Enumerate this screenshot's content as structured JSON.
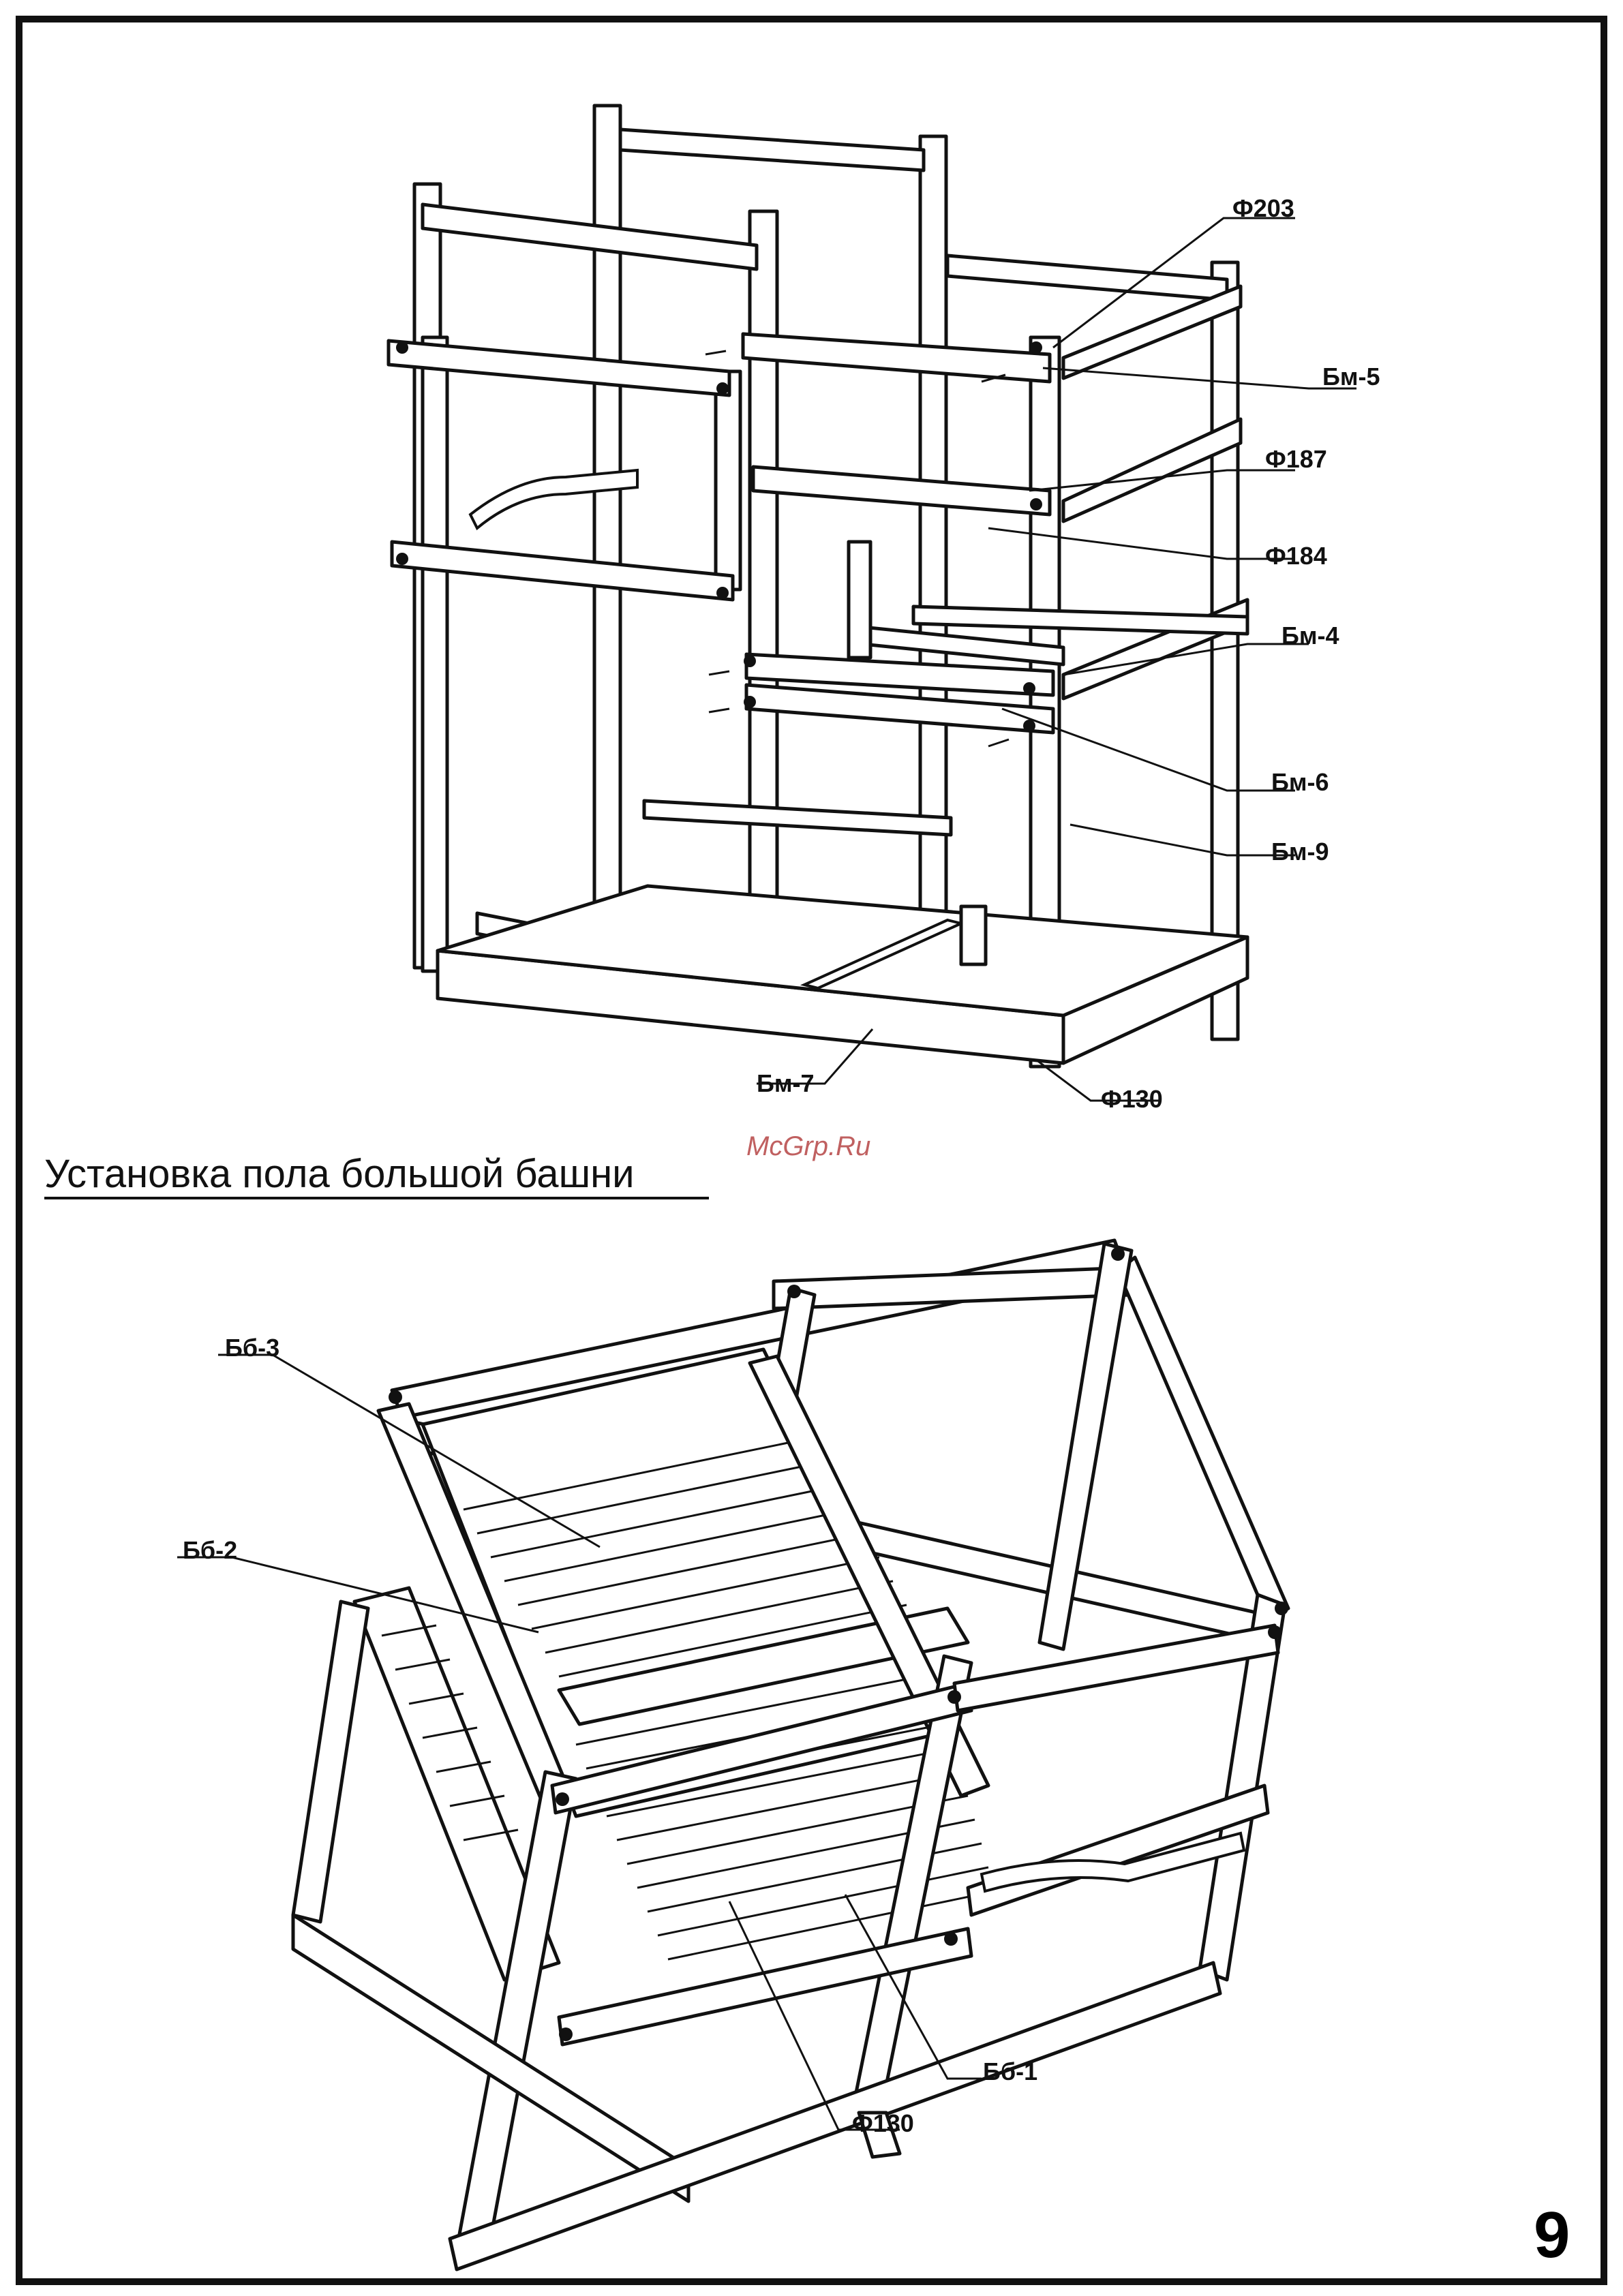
{
  "page": {
    "number": "9",
    "section_title": "Установка пола большой башни",
    "watermark": "McGrp.Ru"
  },
  "diagram_top": {
    "labels": {
      "f203": "Ф203",
      "bm5": "Бм-5",
      "f187": "Ф187",
      "f184": "Ф184",
      "bm4": "Бм-4",
      "bm6": "Бм-6",
      "bm9": "Бм-9",
      "bm7": "Бм-7",
      "f130": "Ф130"
    }
  },
  "diagram_bottom": {
    "labels": {
      "bb3": "Бб-3",
      "bb2": "Бб-2",
      "bb1": "Бб-1",
      "f130": "Ф130"
    }
  },
  "colors": {
    "line": "#111111",
    "background": "#ffffff",
    "watermark": "#c06060"
  }
}
